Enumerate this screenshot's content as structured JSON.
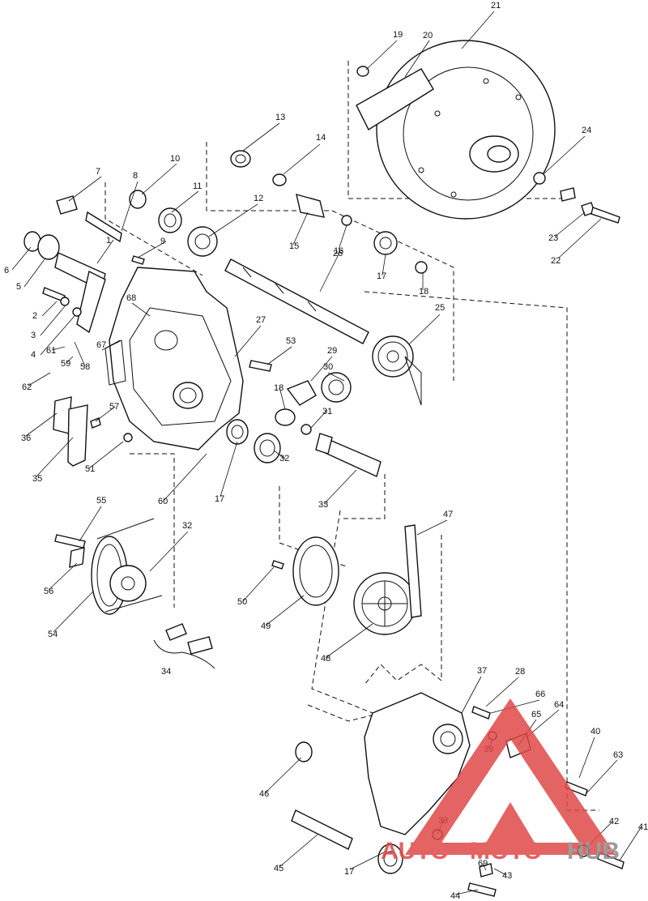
{
  "callouts": [
    "1",
    "2",
    "3",
    "4",
    "5",
    "6",
    "7",
    "8",
    "9",
    "10",
    "11",
    "12",
    "13",
    "14",
    "15",
    "16",
    "17",
    "17",
    "17",
    "18",
    "18",
    "19",
    "20",
    "21",
    "22",
    "23",
    "24",
    "25",
    "26",
    "27",
    "28",
    "29",
    "30",
    "31",
    "32",
    "32",
    "33",
    "34",
    "35",
    "36",
    "37",
    "38",
    "39",
    "40",
    "41",
    "42",
    "43",
    "44",
    "45",
    "46",
    "47",
    "48",
    "49",
    "50",
    "51",
    "53",
    "54",
    "55",
    "56",
    "57",
    "58",
    "59",
    "60",
    "61",
    "62",
    "63",
    "64",
    "65",
    "66",
    "67",
    "68",
    "69"
  ],
  "watermark": {
    "auto": "AUTO",
    "moto": "MOTO",
    "hub": "HUB"
  },
  "colors": {
    "line": "#111111",
    "watermark_red": "#e04848",
    "watermark_gray": "#8c8c8c"
  }
}
